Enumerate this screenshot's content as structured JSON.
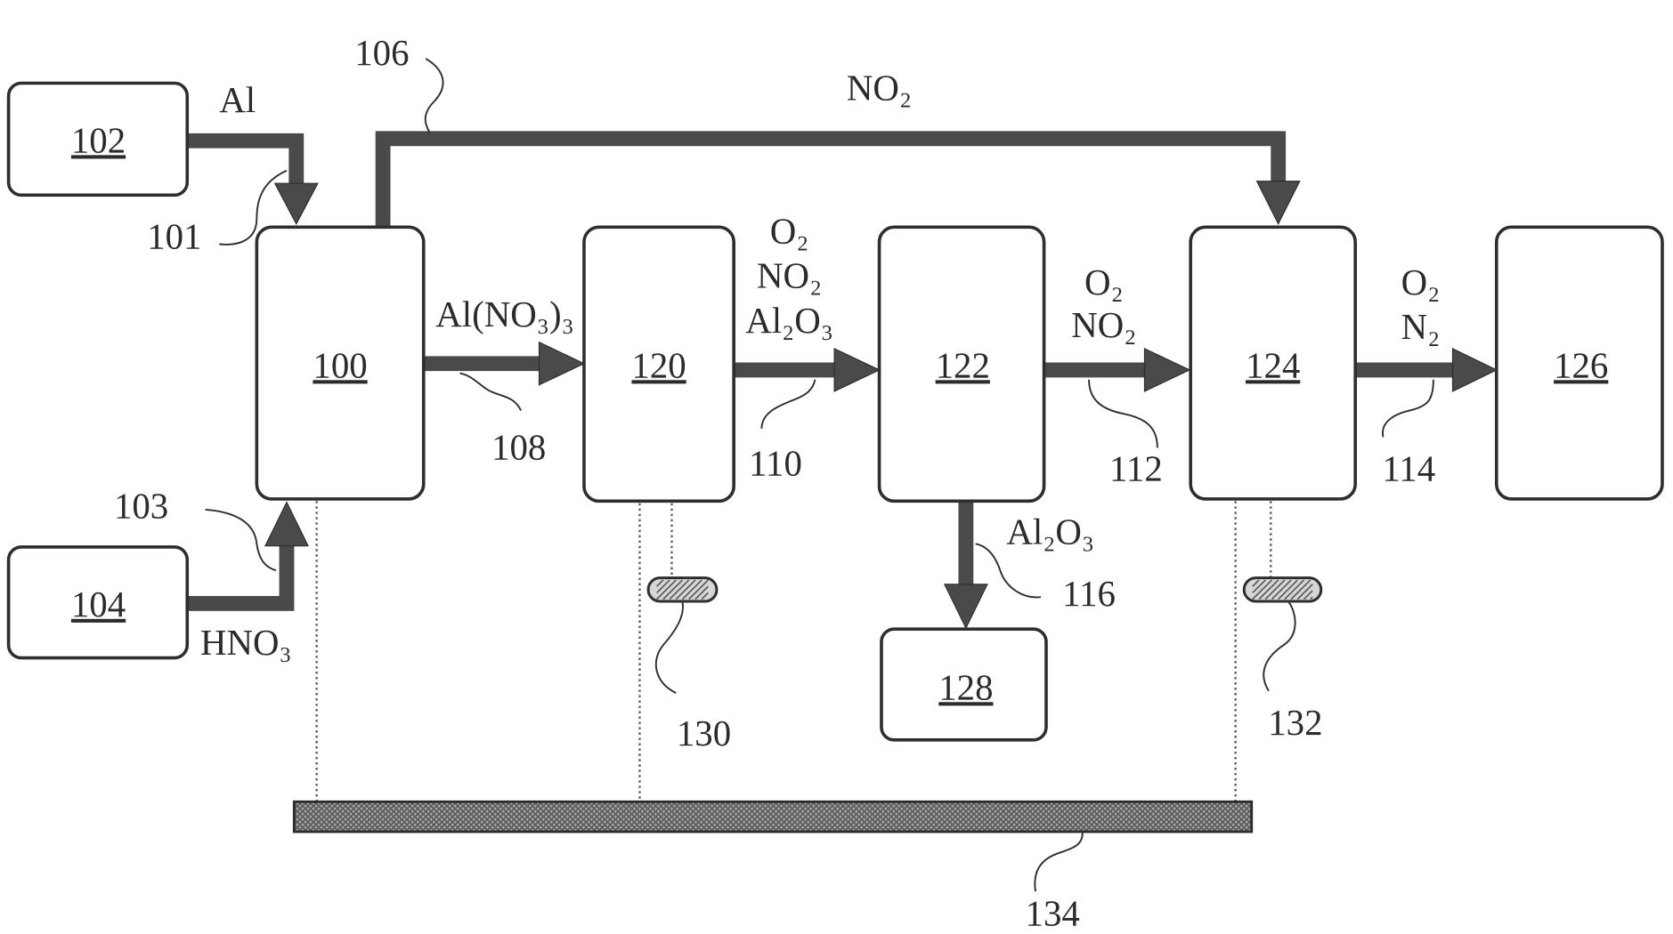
{
  "boxes": {
    "b100": "100",
    "b102": "102",
    "b104": "104",
    "b120": "120",
    "b122": "122",
    "b124": "124",
    "b126": "126",
    "b128": "128"
  },
  "streams": {
    "s101": {
      "ref": "101",
      "species": [
        "Al"
      ]
    },
    "s103": {
      "ref": "103",
      "species": [
        "HNO₃"
      ]
    },
    "s106": {
      "ref": "106",
      "species": [
        "NO₂"
      ]
    },
    "s108": {
      "ref": "108",
      "species": [
        "Al(NO₃)₃"
      ]
    },
    "s110": {
      "ref": "110",
      "species": [
        "O₂",
        "NO₂",
        "Al₂O₃"
      ]
    },
    "s112": {
      "ref": "112",
      "species": [
        "O₂",
        "NO₂"
      ]
    },
    "s114": {
      "ref": "114",
      "species": [
        "O₂",
        "N₂"
      ]
    },
    "s116": {
      "ref": "116",
      "species": [
        "Al₂O₃"
      ]
    }
  },
  "components": {
    "c130": "130",
    "c132": "132",
    "c134": "134"
  },
  "colors": {
    "outline": "#2e2e2e",
    "arrow": "#4a4a4a",
    "bar": "#a9a9a9",
    "hatch": "#5a5a5a",
    "text": "#2b2b2b"
  }
}
